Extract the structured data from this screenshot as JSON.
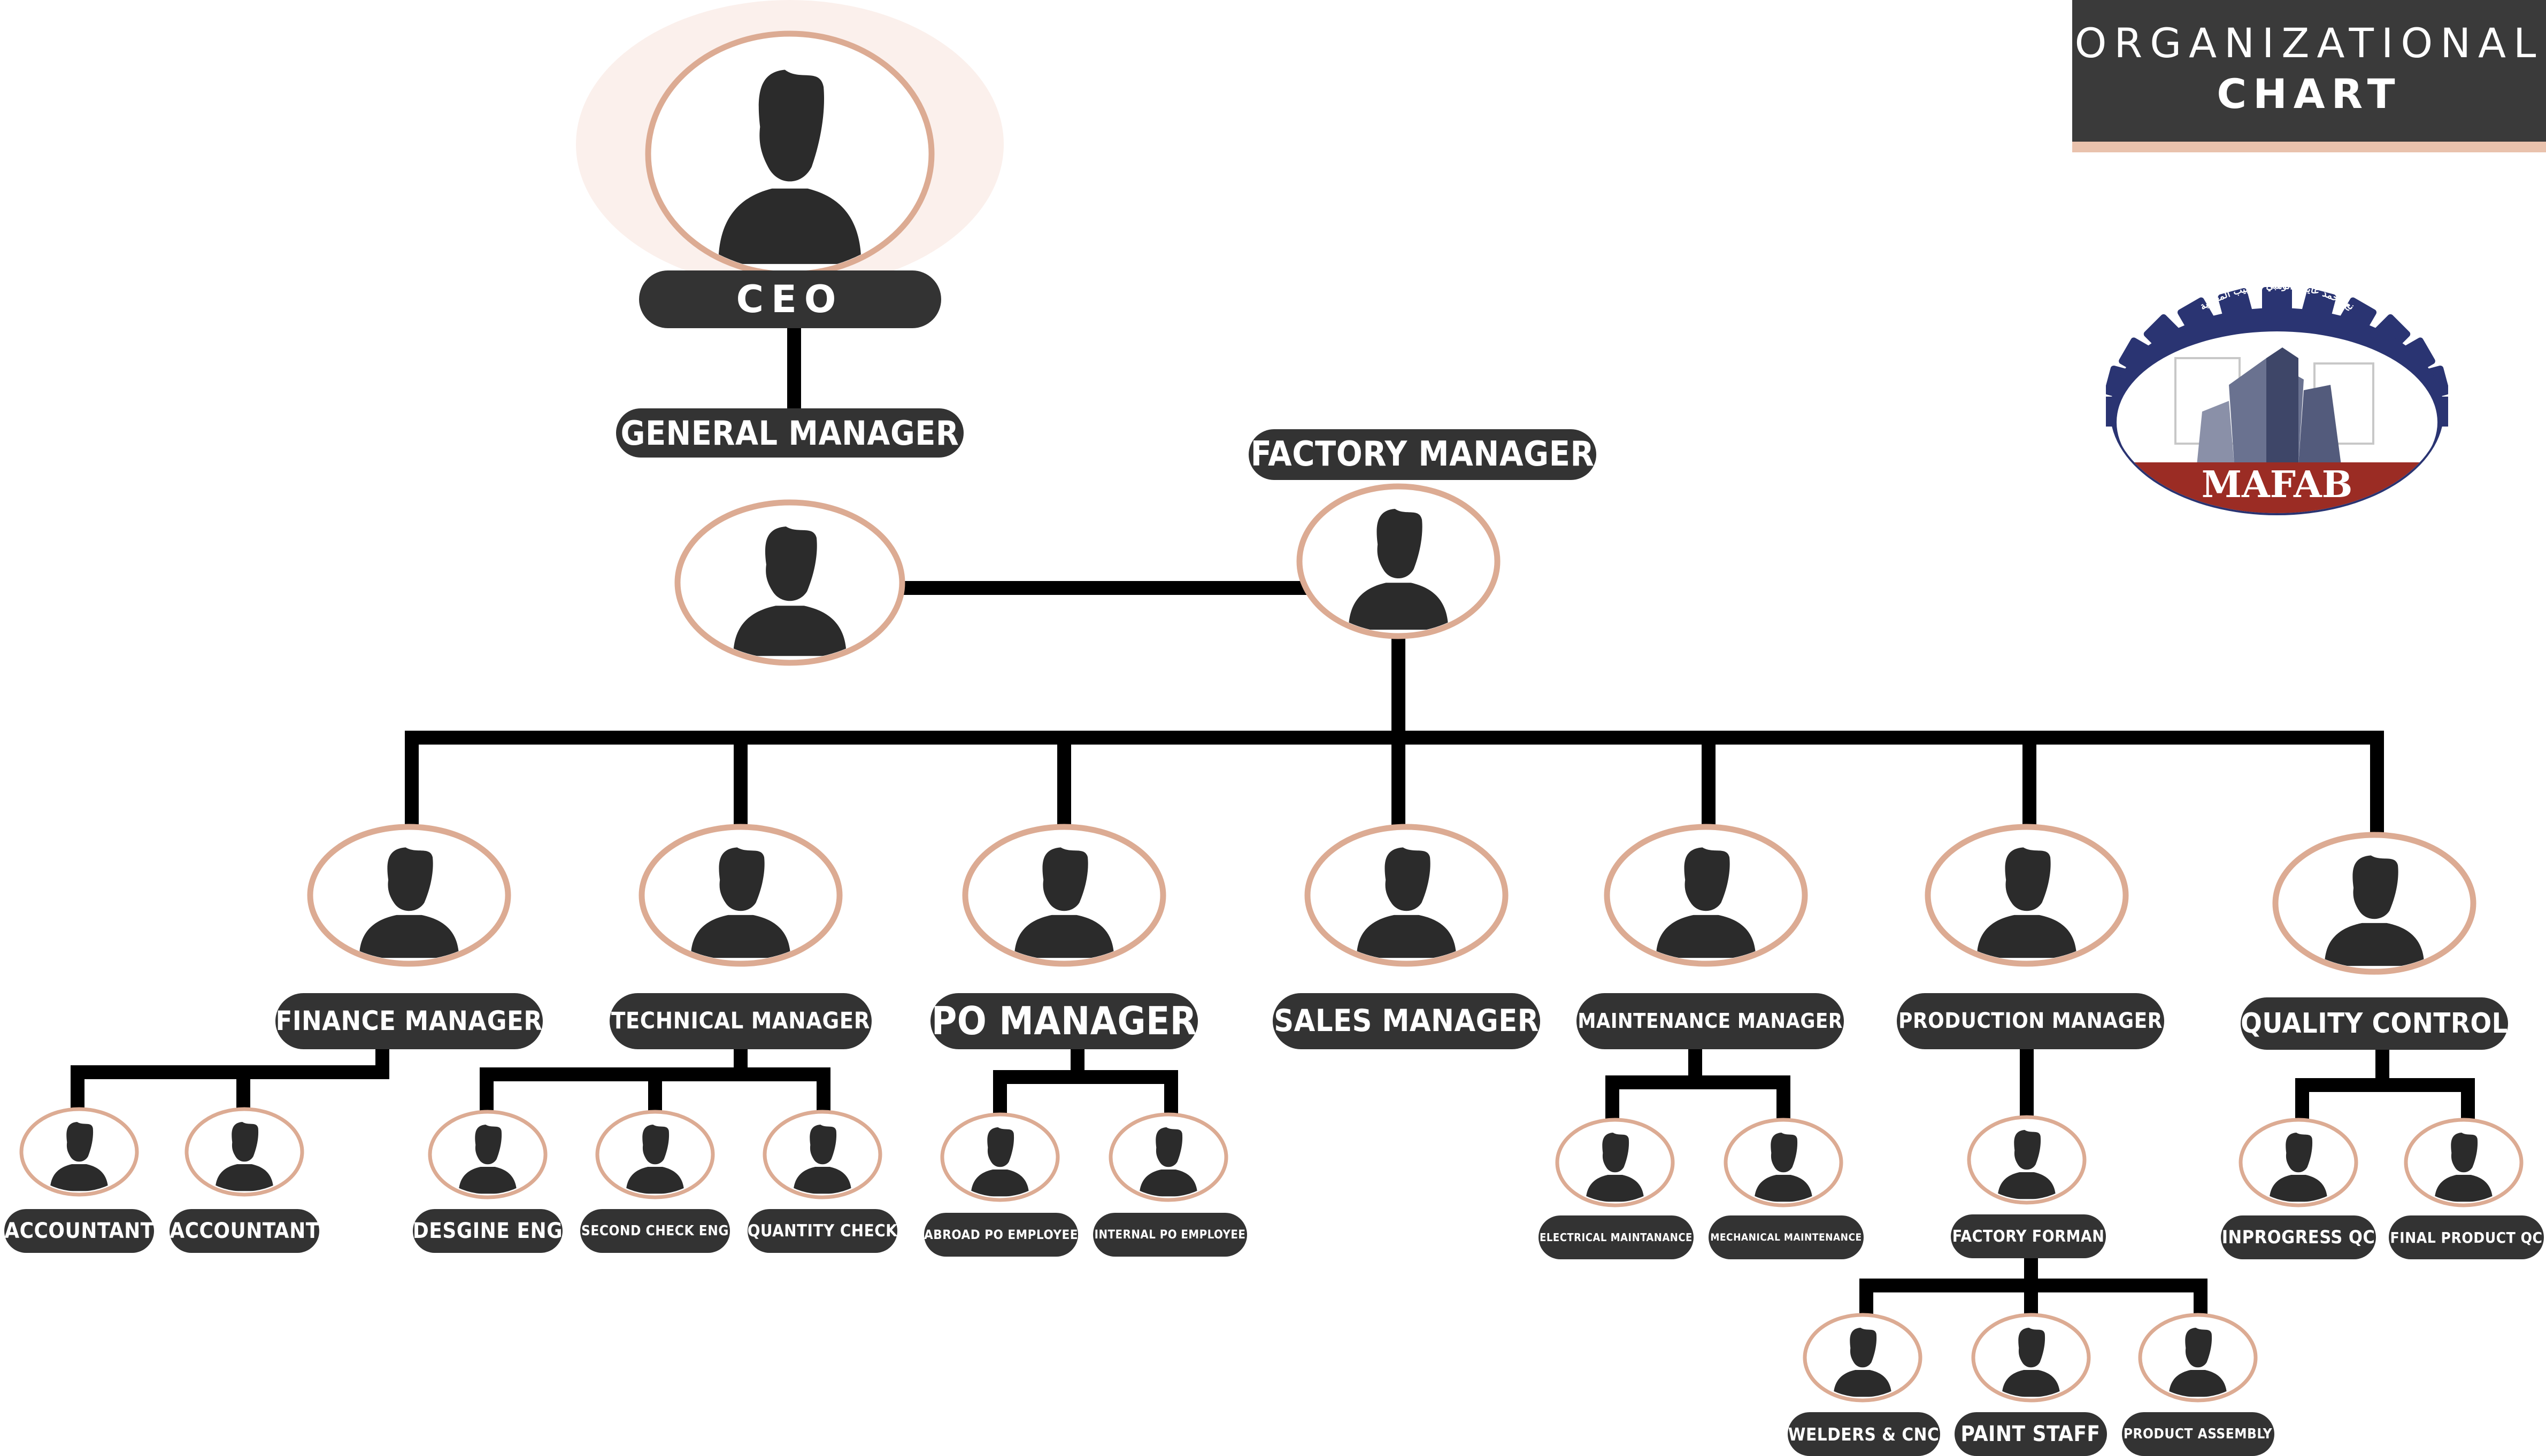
{
  "title": {
    "line1": "ORGANIZATIONAL",
    "line2": "CHART"
  },
  "logo": {
    "brand": "MAFAB",
    "arabic": "نع محمد عايض الوهبي للانابيب المعدنية"
  },
  "colors": {
    "label_bg": "#333333",
    "label_text": "#ffffff",
    "ring": "#dcab93",
    "silhouette": "#2b2b2b",
    "line": "#000000",
    "ceo_glow": "#fbf0ec",
    "title_bg": "#3a3a3a",
    "title_accent": "#e9c2ad",
    "logo_navy": "#2a3472",
    "logo_red": "#9b2c24"
  },
  "nodes": [
    {
      "id": "ceo",
      "label": "CEO"
    },
    {
      "id": "gm",
      "label": "GENERAL MANAGER"
    },
    {
      "id": "fm",
      "label": "FACTORY MANAGER"
    },
    {
      "id": "finance",
      "label": "FINANCE MANAGER"
    },
    {
      "id": "technical",
      "label": "TECHNICAL MANAGER"
    },
    {
      "id": "po",
      "label": "PO MANAGER"
    },
    {
      "id": "sales",
      "label": "SALES MANAGER"
    },
    {
      "id": "maintenance",
      "label": "MAINTENANCE MANAGER"
    },
    {
      "id": "production",
      "label": "PRODUCTION MANAGER"
    },
    {
      "id": "qc",
      "label": "QUALITY CONTROL"
    },
    {
      "id": "acc1",
      "label": "ACCOUNTANT"
    },
    {
      "id": "acc2",
      "label": "ACCOUNTANT"
    },
    {
      "id": "desgine",
      "label": "DESGINE ENG"
    },
    {
      "id": "second",
      "label": "SECOND CHECK ENG"
    },
    {
      "id": "qtycheck",
      "label": "QUANTITY CHECK"
    },
    {
      "id": "abroad",
      "label": "ABROAD PO EMPLOYEE"
    },
    {
      "id": "internal",
      "label": "INTERNAL PO EMPLOYEE"
    },
    {
      "id": "elec",
      "label": "ELECTRICAL MAINTANANCE"
    },
    {
      "id": "mech",
      "label": "MECHANICAL MAINTENANCE"
    },
    {
      "id": "forman",
      "label": "FACTORY FORMAN"
    },
    {
      "id": "inprog",
      "label": "INPROGRESS QC"
    },
    {
      "id": "finalqc",
      "label": "FINAL PRODUCT QC"
    },
    {
      "id": "welders",
      "label": "WELDERS & CNC"
    },
    {
      "id": "paint",
      "label": "PAINT STAFF"
    },
    {
      "id": "assembly",
      "label": "PRODUCT ASSEMBLY"
    }
  ],
  "edges": [
    [
      "ceo",
      "gm"
    ],
    [
      "gm",
      "fm"
    ],
    [
      "fm",
      "finance"
    ],
    [
      "fm",
      "technical"
    ],
    [
      "fm",
      "po"
    ],
    [
      "fm",
      "sales"
    ],
    [
      "fm",
      "maintenance"
    ],
    [
      "fm",
      "production"
    ],
    [
      "fm",
      "qc"
    ],
    [
      "finance",
      "acc1"
    ],
    [
      "finance",
      "acc2"
    ],
    [
      "technical",
      "desgine"
    ],
    [
      "technical",
      "second"
    ],
    [
      "technical",
      "qtycheck"
    ],
    [
      "po",
      "abroad"
    ],
    [
      "po",
      "internal"
    ],
    [
      "maintenance",
      "elec"
    ],
    [
      "maintenance",
      "mech"
    ],
    [
      "production",
      "forman"
    ],
    [
      "qc",
      "inprog"
    ],
    [
      "qc",
      "finalqc"
    ],
    [
      "forman",
      "welders"
    ],
    [
      "forman",
      "paint"
    ],
    [
      "forman",
      "assembly"
    ]
  ]
}
